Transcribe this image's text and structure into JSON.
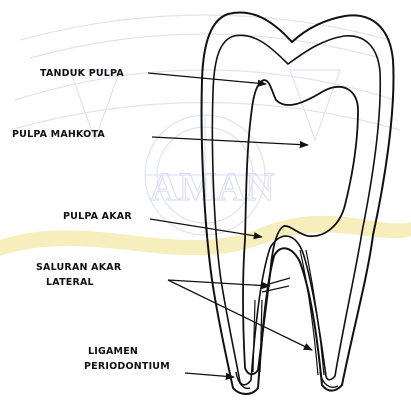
{
  "watermark": {
    "text": "AMAN",
    "colors": {
      "line": "#dcdff3",
      "ribbon": "#f4e7a0"
    }
  },
  "diagram": {
    "colors": {
      "outline": "#111111",
      "label": "#111111",
      "background": "#ffffff"
    },
    "labels": {
      "tanduk_pulpa": "TANDUK PULPA",
      "pulpa_mahkota": "PULPA MAHKOTA",
      "pulpa_akar": "PULPA AKAR",
      "saluran_akar_line1": "SALURAN AKAR",
      "saluran_akar_line2": "LATERAL",
      "ligamen_line1": "LIGAMEN",
      "ligamen_line2": "PERIODONTIUM"
    }
  }
}
